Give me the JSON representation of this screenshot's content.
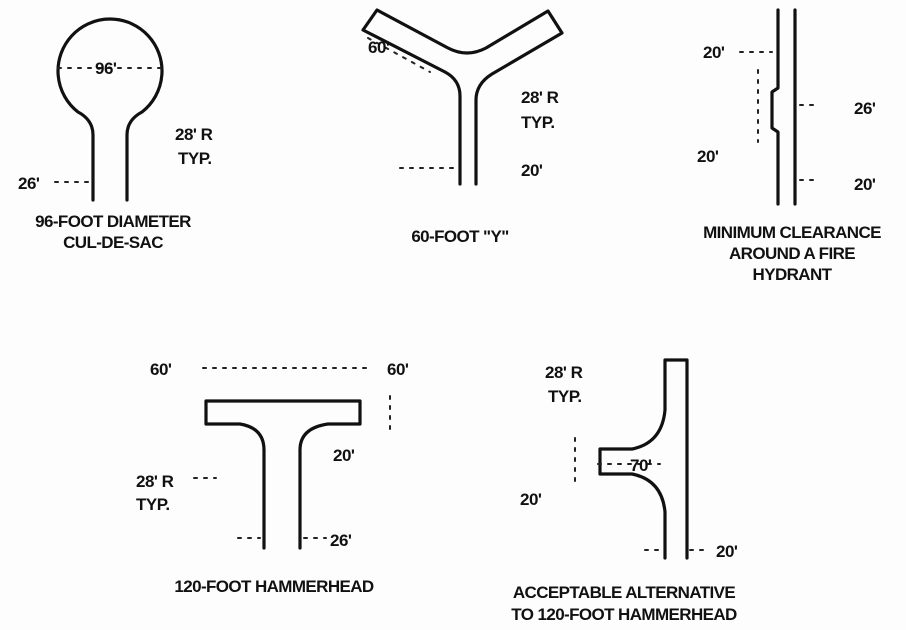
{
  "cul_de_sac": {
    "diameter": "96'",
    "radius": "28' R",
    "radius_note": "TYP.",
    "width": "26'",
    "caption_line1": "96-FOOT DIAMETER",
    "caption_line2": "CUL-DE-SAC"
  },
  "y_turnaround": {
    "leg": "60'",
    "radius": "28' R",
    "radius_note": "TYP.",
    "width": "20'",
    "caption": "60-FOOT \"Y\""
  },
  "hydrant": {
    "top_clear": "20'",
    "bottom_clear": "20'",
    "width_upper": "26'",
    "width_lower": "20'",
    "caption_line1": "MINIMUM CLEARANCE",
    "caption_line2": "AROUND A FIRE",
    "caption_line3": "HYDRANT"
  },
  "hammerhead": {
    "left_arm": "60'",
    "right_arm": "60'",
    "arm_width": "20'",
    "radius": "28' R",
    "radius_note": "TYP.",
    "stem_width": "26'",
    "caption": "120-FOOT HAMMERHEAD"
  },
  "alternative": {
    "radius": "28' R",
    "radius_note": "TYP.",
    "length": "70'",
    "stub_width": "20'",
    "road_width": "20'",
    "caption_line1": "ACCEPTABLE ALTERNATIVE",
    "caption_line2": "TO 120-FOOT HAMMERHEAD"
  }
}
